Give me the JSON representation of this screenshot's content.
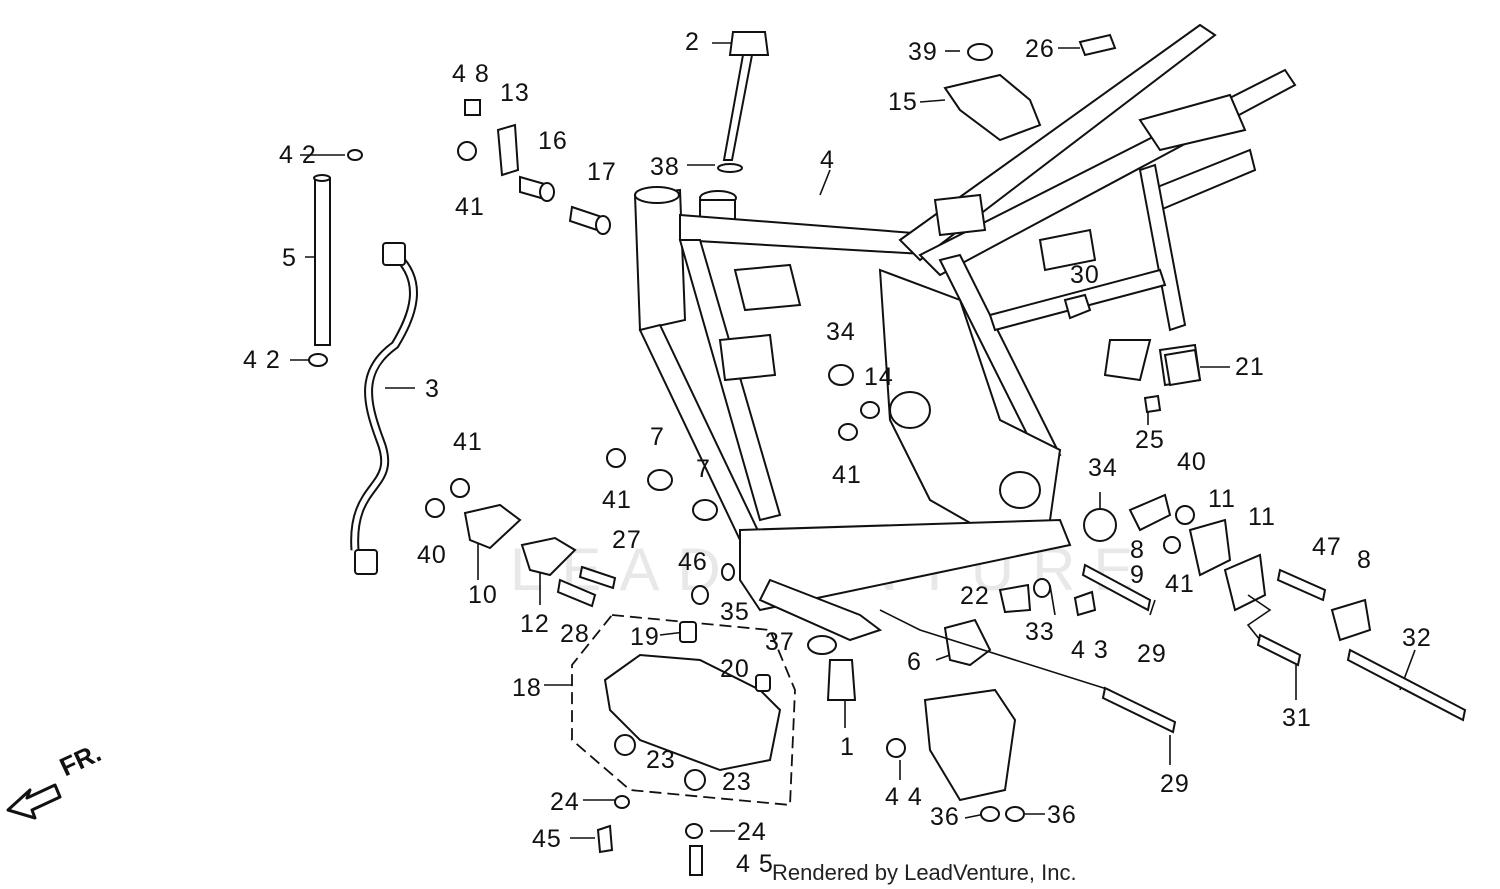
{
  "watermark": "LEADVENTURE",
  "footer": "Rendered by LeadVenture, Inc.",
  "direction_label": "FR.",
  "callouts": {
    "c1": "1",
    "c2": "2",
    "c3": "3",
    "c4": "4",
    "c5": "5",
    "c6": "6",
    "c7a": "7",
    "c7b": "7",
    "c8a": "8",
    "c8b": "8",
    "c9": "9",
    "c10": "10",
    "c11a": "11",
    "c11b": "11",
    "c12": "12",
    "c13": "13",
    "c14": "14",
    "c15": "15",
    "c16": "16",
    "c17": "17",
    "c18": "18",
    "c19": "19",
    "c20": "20",
    "c21": "21",
    "c22": "22",
    "c23a": "23",
    "c23b": "23",
    "c24a": "24",
    "c24b": "24",
    "c25": "25",
    "c26": "26",
    "c27": "27",
    "c28": "28",
    "c29a": "29",
    "c29b": "29",
    "c30": "30",
    "c31": "31",
    "c32": "32",
    "c33": "33",
    "c34a": "34",
    "c34b": "34",
    "c35": "35",
    "c36a": "36",
    "c36b": "36",
    "c37": "37",
    "c38": "38",
    "c39": "39",
    "c40a": "40",
    "c40b": "40",
    "c41a": "41",
    "c41b": "41",
    "c41c": "41",
    "c41d": "41",
    "c41e": "41",
    "c42a": "4 2",
    "c42b": "4 2",
    "c43": "4 3",
    "c44": "4 4",
    "c45a": "45",
    "c45b": "4 5",
    "c46": "46",
    "c47": "47",
    "c48": "4 8"
  }
}
